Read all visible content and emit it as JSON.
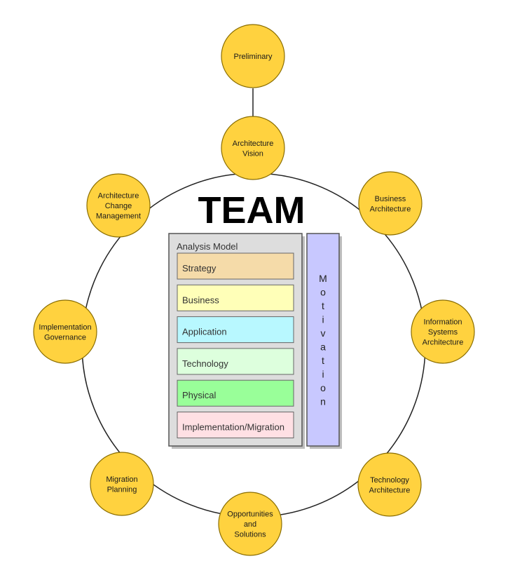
{
  "diagram": {
    "title": "TEAM",
    "colors": {
      "node_fill": "#FFD23F",
      "node_stroke": "#8A6D00",
      "ring": "#222222",
      "panel_fill": "#DDDDDD",
      "panel_stroke": "#555555",
      "motivation_fill": "#C8C8FF",
      "motivation_stroke": "#555555"
    },
    "nodes": [
      {
        "id": "preliminary",
        "lines": [
          "Preliminary"
        ]
      },
      {
        "id": "architecture-vision",
        "lines": [
          "Architecture",
          "Vision"
        ]
      },
      {
        "id": "business-architecture",
        "lines": [
          "Business",
          "Architecture"
        ]
      },
      {
        "id": "information-systems-architecture",
        "lines": [
          "Information",
          "Systems",
          "Architecture"
        ]
      },
      {
        "id": "technology-architecture",
        "lines": [
          "Technology",
          "Architecture"
        ]
      },
      {
        "id": "opportunities-and-solutions",
        "lines": [
          "Opportunities",
          "and",
          "Solutions"
        ]
      },
      {
        "id": "migration-planning",
        "lines": [
          "Migration",
          "Planning"
        ]
      },
      {
        "id": "implementation-governance",
        "lines": [
          "Implementation",
          "Governance"
        ]
      },
      {
        "id": "architecture-change-management",
        "lines": [
          "Architecture",
          "Change",
          "Management"
        ]
      }
    ],
    "analysis_model": {
      "title": "Analysis Model",
      "layers": [
        {
          "label": "Strategy",
          "color": "#F5DBA9"
        },
        {
          "label": "Business",
          "color": "#FFFFB8"
        },
        {
          "label": "Application",
          "color": "#B8F8FF"
        },
        {
          "label": "Technology",
          "color": "#DDFFDD"
        },
        {
          "label": "Physical",
          "color": "#99FF99"
        },
        {
          "label": "Implementation/Migration",
          "color": "#FFE0E4"
        }
      ]
    },
    "motivation": {
      "label": "Motivation"
    }
  }
}
